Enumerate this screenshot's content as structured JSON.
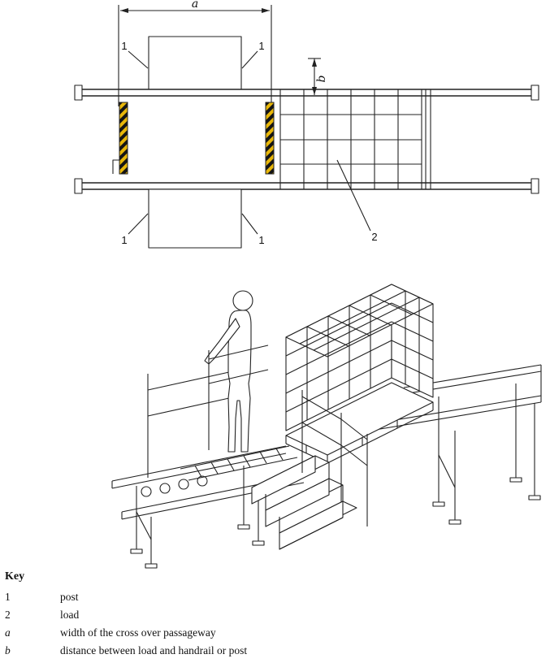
{
  "figure": {
    "plan": {
      "dim_a": "a",
      "dim_b": "b",
      "post_label": "1",
      "load_label": "2",
      "hazard_yellow": "#e8b70a",
      "hazard_black": "#151515"
    }
  },
  "key": {
    "title": "Key",
    "entries": [
      {
        "term": "1",
        "definition": "post"
      },
      {
        "term": "2",
        "definition": "load"
      },
      {
        "term": "a",
        "definition": "width of the cross over passageway"
      },
      {
        "term": "b",
        "definition": "distance between load and handrail or post"
      }
    ]
  }
}
